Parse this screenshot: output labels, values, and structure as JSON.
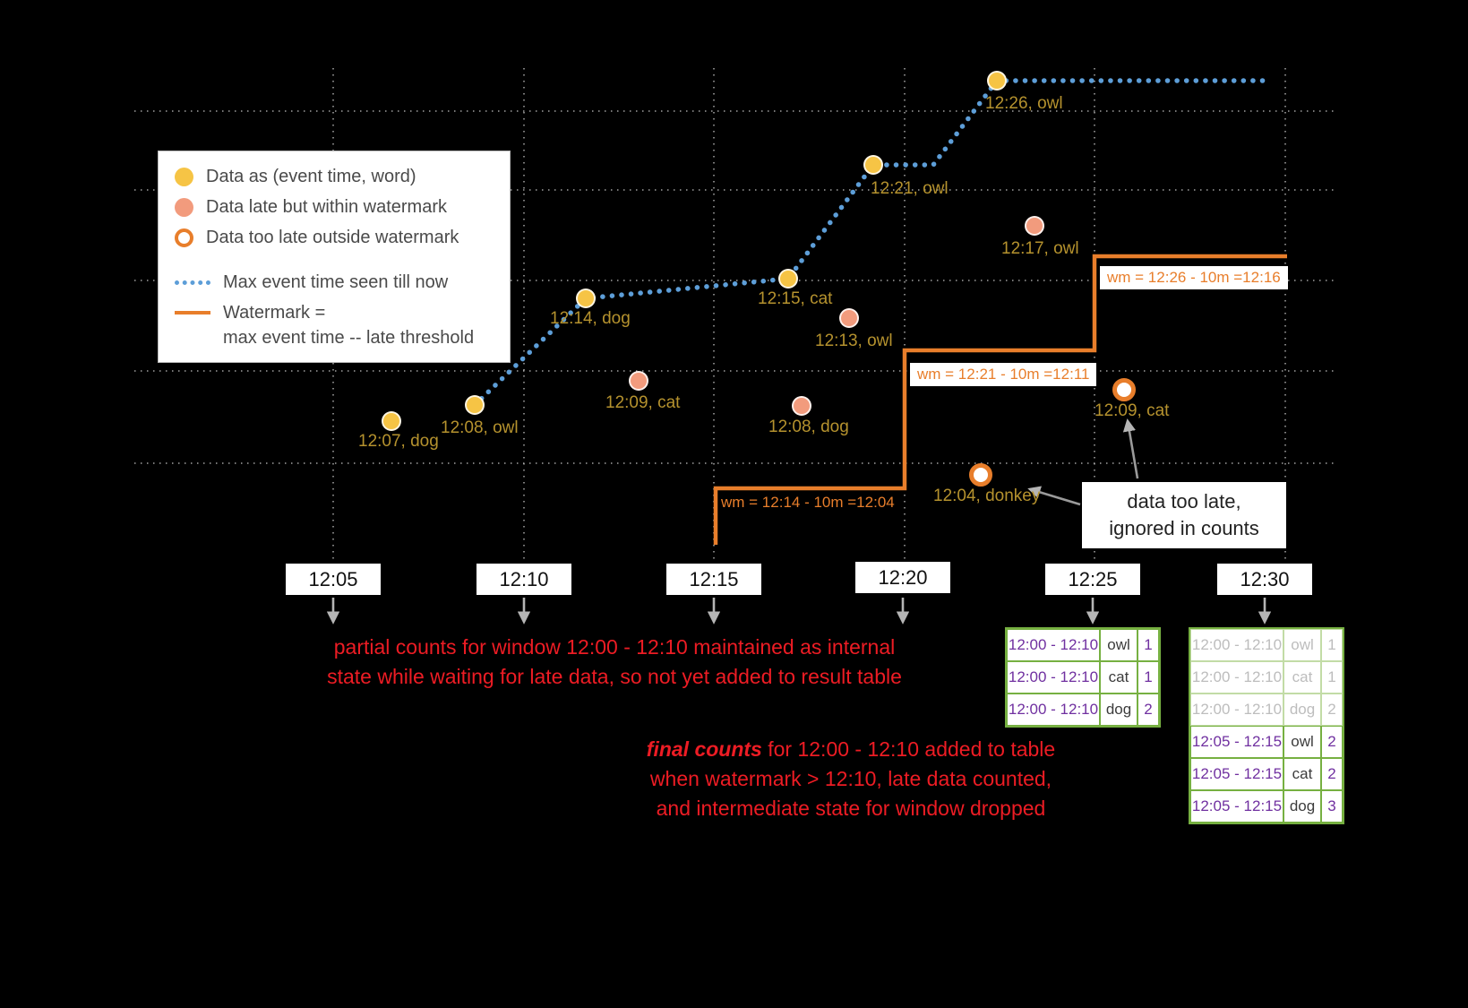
{
  "legend": {
    "on_time": "Data as (event time, word)",
    "late": "Data late but within watermark",
    "too_late": "Data too late outside watermark",
    "max_event": "Max event time seen till now",
    "watermark_line1": "Watermark =",
    "watermark_line2": "max event time -- late threshold"
  },
  "points": {
    "on_time": [
      "12:07, dog",
      "12:08, owl",
      "12:14, dog",
      "12:15, cat",
      "12:21, owl",
      "12:26, owl"
    ],
    "late": [
      "12:09, cat",
      "12:08, dog",
      "12:13, owl",
      "12:17, owl"
    ],
    "too_late": [
      "12:04, donkey",
      "12:09, cat"
    ]
  },
  "axis": {
    "times": [
      "12:05",
      "12:10",
      "12:15",
      "12:20",
      "12:25",
      "12:30"
    ]
  },
  "watermark_labels": [
    "wm = 12:14 - 10m =12:04",
    "wm = 12:21 - 10m =12:11",
    "wm = 12:26 - 10m =12:16"
  ],
  "annotations": {
    "partial": {
      "line1": "partial counts for window 12:00 - 12:10 maintained as internal",
      "line2": "state while waiting for late data, so not yet added to result table"
    },
    "final": {
      "emphasis": "final counts",
      "line1_rest": " for 12:00 - 12:10 added to table",
      "line2": "when watermark > 12:10, late data counted,",
      "line3": "and intermediate state for window dropped"
    },
    "too_late_note": {
      "line1": "data too late,",
      "line2": "ignored in counts"
    }
  },
  "tables": {
    "t25": {
      "rows": [
        {
          "window": "12:00 - 12:10",
          "word": "owl",
          "count": "1"
        },
        {
          "window": "12:00 - 12:10",
          "word": "cat",
          "count": "1"
        },
        {
          "window": "12:00 - 12:10",
          "word": "dog",
          "count": "2"
        }
      ]
    },
    "t30": {
      "rows_old": [
        {
          "window": "12:00 - 12:10",
          "word": "owl",
          "count": "1"
        },
        {
          "window": "12:00 - 12:10",
          "word": "cat",
          "count": "1"
        },
        {
          "window": "12:00 - 12:10",
          "word": "dog",
          "count": "2"
        }
      ],
      "rows_new": [
        {
          "window": "12:05 - 12:15",
          "word": "owl",
          "count": "2"
        },
        {
          "window": "12:05 - 12:15",
          "word": "cat",
          "count": "2"
        },
        {
          "window": "12:05 - 12:15",
          "word": "dog",
          "count": "3"
        }
      ]
    }
  },
  "colors": {
    "on_time_dot": "#F6C445",
    "late_dot": "#F29B7D",
    "too_late_ring": "#E87E2B",
    "max_event_line": "#5D9ED8",
    "watermark_line": "#E87E2B",
    "annotation_red": "#ED1C24",
    "table_green": "#76B041",
    "window_purple": "#7030A0",
    "point_label_gold": "#B5922E"
  }
}
